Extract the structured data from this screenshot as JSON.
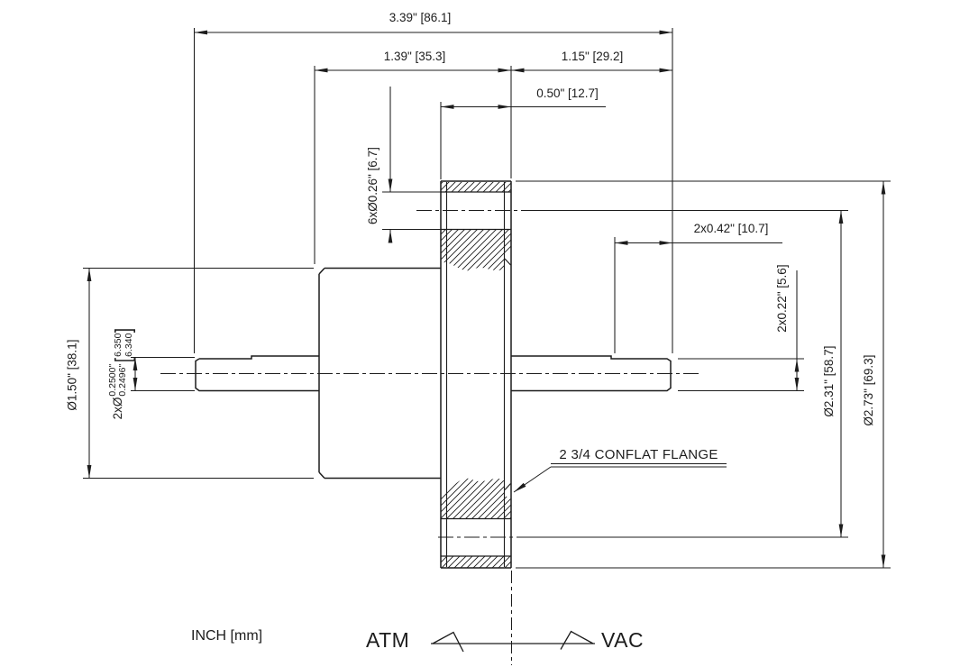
{
  "drawing": {
    "units_note": "INCH [mm]",
    "flange_label": "2 3/4 CONFLAT FLANGE",
    "atmosphere_side_label": "ATM",
    "vacuum_side_label": "VAC",
    "dimensions": {
      "overall_length": "3.39\" [86.1]",
      "body_length": "1.39\" [35.3]",
      "vacuum_shaft_length": "1.15\" [29.2]",
      "flange_thickness": "0.50\" [12.7]",
      "bolt_holes": "6xØ0.26\" [6.7]",
      "shaft_flat_length": "2x0.42\" [10.7]",
      "shaft_flat_height": "2x0.22\" [5.6]",
      "bolt_circle_diameter": "Ø2.31\" [58.7]",
      "flange_outer_diameter": "Ø2.73\" [69.3]",
      "body_diameter": "Ø1.50\" [38.1]",
      "shaft_diameter": {
        "prefix": "2xØ",
        "inch_upper": "0.2500\"",
        "inch_lower": "0.2496\"",
        "bracket_open": "[",
        "bracket_close": "]",
        "mm_upper": "6.350",
        "mm_lower": "6.340"
      }
    },
    "colors": {
      "line": "#1c1c1c",
      "background": "#ffffff"
    }
  }
}
